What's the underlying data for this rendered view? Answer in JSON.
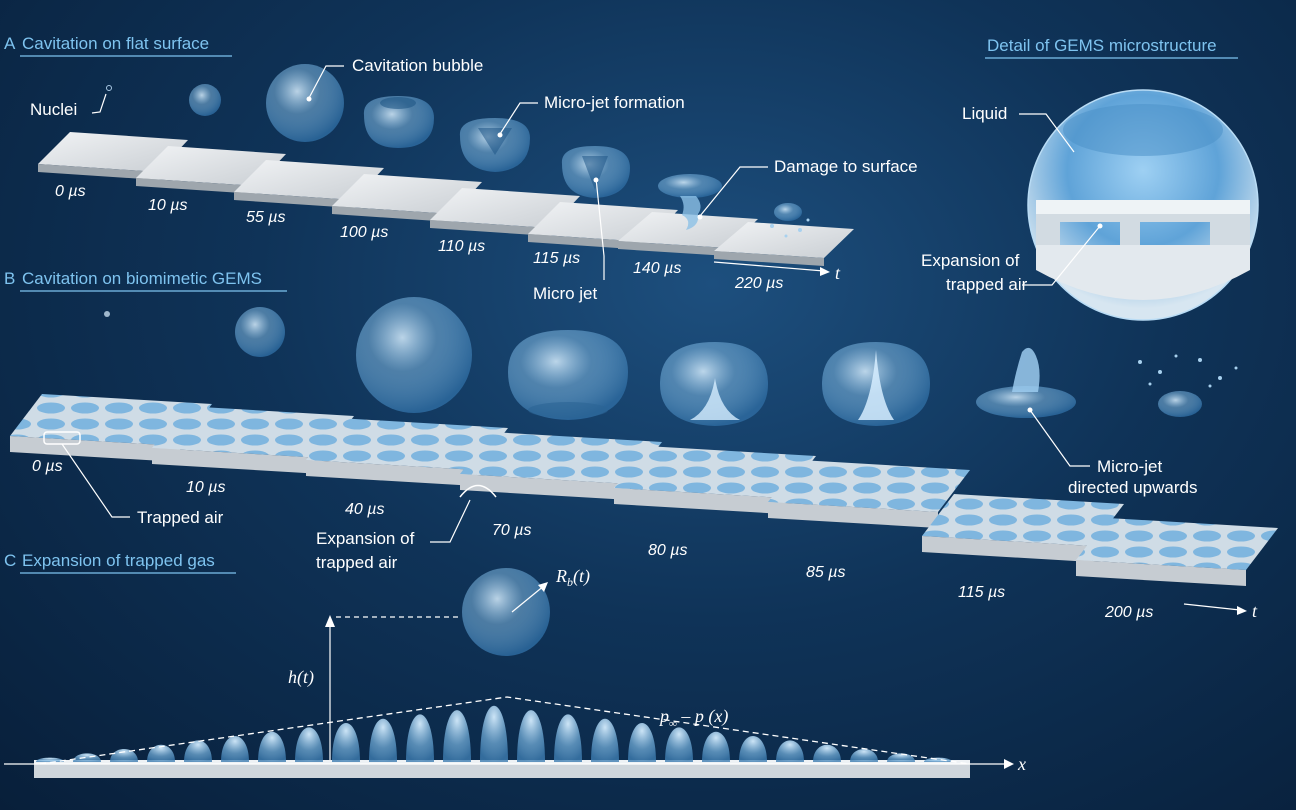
{
  "panel_a": {
    "letter": "A",
    "heading": "Cavitation on flat surface",
    "labels": {
      "nuclei": "Nuclei",
      "cavitation_bubble": "Cavitation bubble",
      "micro_jet_formation": "Micro-jet formation",
      "damage_to_surface": "Damage to surface",
      "micro_jet": "Micro jet"
    },
    "times": [
      "0 µs",
      "10 µs",
      "55 µs",
      "100 µs",
      "110 µs",
      "115 µs",
      "140 µs",
      "220 µs"
    ],
    "axis_label": "t"
  },
  "detail": {
    "heading": "Detail of GEMS microstructure",
    "liquid": "Liquid",
    "expansion_line1": "Expansion of",
    "expansion_line2": "trapped air"
  },
  "panel_b": {
    "letter": "B",
    "heading": "Cavitation on biomimetic GEMS",
    "times": [
      "0 µs",
      "10 µs",
      "40 µs",
      "70 µs",
      "80 µs",
      "85 µs",
      "115 µs",
      "200 µs"
    ],
    "axis_label": "t",
    "labels": {
      "trapped_air": "Trapped air",
      "expansion_line1": "Expansion of",
      "expansion_line2": "trapped air",
      "microjet_line1": "Micro-jet",
      "microjet_line2": "directed upwards"
    }
  },
  "panel_c": {
    "letter": "C",
    "heading": "Expansion of trapped gas",
    "radius_label": "R",
    "radius_sub": "b",
    "radius_arg": "(t)",
    "height_label": "h(t)",
    "pressure_p": "p",
    "pressure_inf": "∞",
    "pressure_rest": " – p (x)",
    "axis_label": "x"
  },
  "colors": {
    "background": "#0f3358",
    "heading": "#7ec3ef",
    "surface": "#dfe3e7",
    "bubble": "#9fd0f2"
  }
}
